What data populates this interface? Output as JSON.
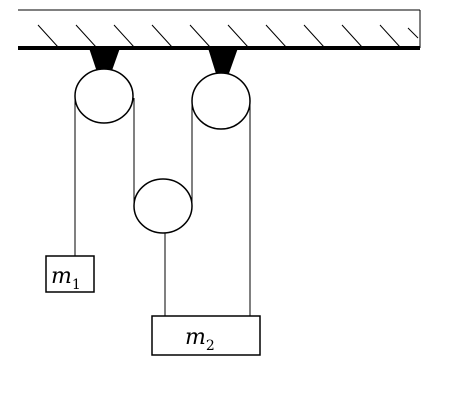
{
  "masses": {
    "m1": {
      "symbol": "m",
      "subscript": "1"
    },
    "m2": {
      "symbol": "m",
      "subscript": "2"
    }
  },
  "colors": {
    "line": "#000000",
    "background": "#ffffff"
  }
}
